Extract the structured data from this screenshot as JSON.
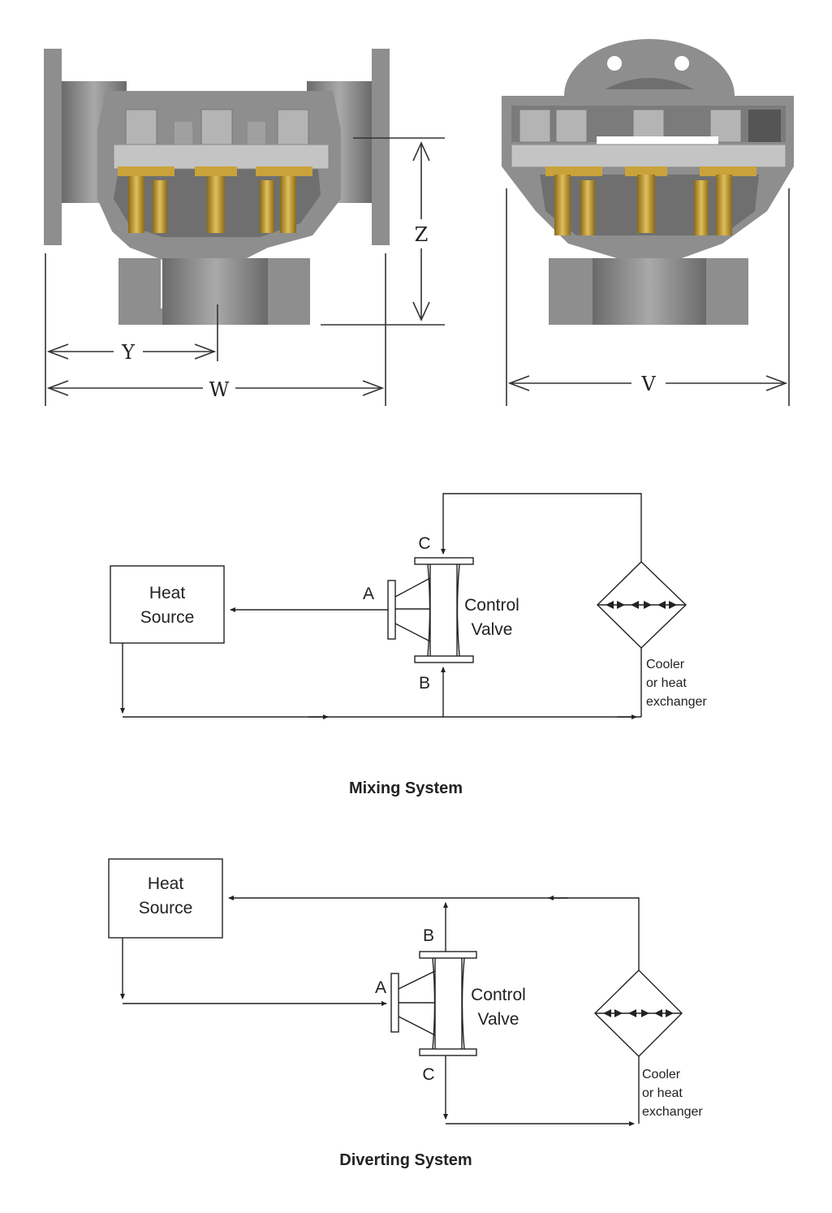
{
  "drawing": {
    "dim_z": "Z",
    "dim_y": "Y",
    "dim_w": "W",
    "dim_v": "V",
    "colors": {
      "body": "#8e8e8e",
      "body_dark": "#6f6f6f",
      "body_light": "#b4b4b4",
      "brass": "#c9a23a",
      "brass_dark": "#8a6a18"
    }
  },
  "mixing": {
    "heat_source_line1": "Heat",
    "heat_source_line2": "Source",
    "valve_line1": "Control",
    "valve_line2": "Valve",
    "port_a": "A",
    "port_b": "B",
    "port_c": "C",
    "cooler_line1": "Cooler",
    "cooler_line2": "or heat",
    "cooler_line3": "exchanger",
    "caption": "Mixing System"
  },
  "diverting": {
    "heat_source_line1": "Heat",
    "heat_source_line2": "Source",
    "valve_line1": "Control",
    "valve_line2": "Valve",
    "port_a": "A",
    "port_b": "B",
    "port_c": "C",
    "cooler_line1": "Cooler",
    "cooler_line2": "or heat",
    "cooler_line3": "exchanger",
    "caption": "Diverting System"
  }
}
